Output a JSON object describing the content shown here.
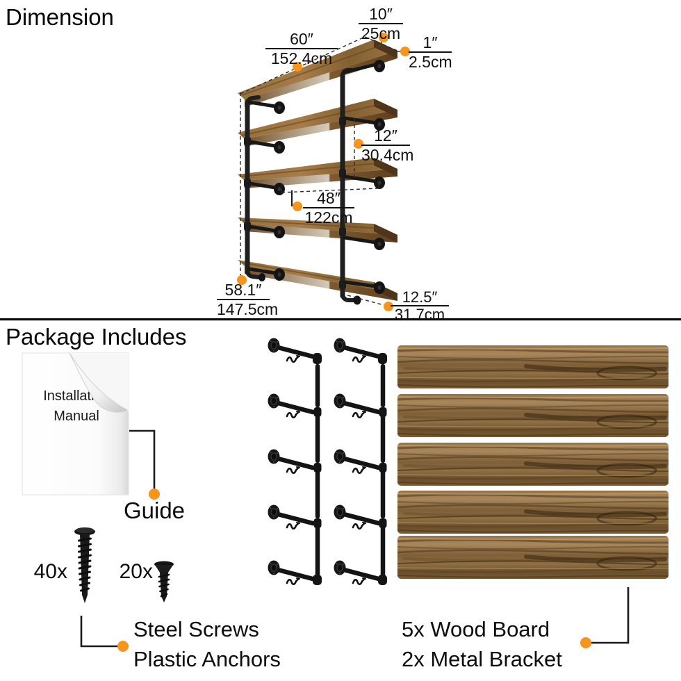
{
  "accent_color": "#F7941D",
  "sections": {
    "dimension": {
      "title": "Dimension",
      "labels": {
        "width": {
          "in": "60″",
          "cm": "152.4cm"
        },
        "depth_top": {
          "in": "10″",
          "cm": "25cm"
        },
        "thickness": {
          "in": "1″",
          "cm": "2.5cm"
        },
        "shelf_gap": {
          "in": "12″",
          "cm": "30.4cm"
        },
        "bracket_span": {
          "in": "48″",
          "cm": "122cm"
        },
        "height": {
          "in": "58.1″",
          "cm": "147.5cm"
        },
        "depth_bottom": {
          "in": "12.5″",
          "cm": "31.7cm"
        }
      }
    },
    "package": {
      "title": "Package Includes",
      "manual": {
        "line1": "Installation",
        "line2": "Manual",
        "label": "Guide"
      },
      "screws": {
        "long_count": "40x",
        "short_count": "20x",
        "label_line1": "Steel Screws",
        "label_line2": "Plastic Anchors"
      },
      "boards": {
        "label_line1": "5x Wood Board",
        "label_line2": "2x Metal Bracket"
      }
    }
  }
}
